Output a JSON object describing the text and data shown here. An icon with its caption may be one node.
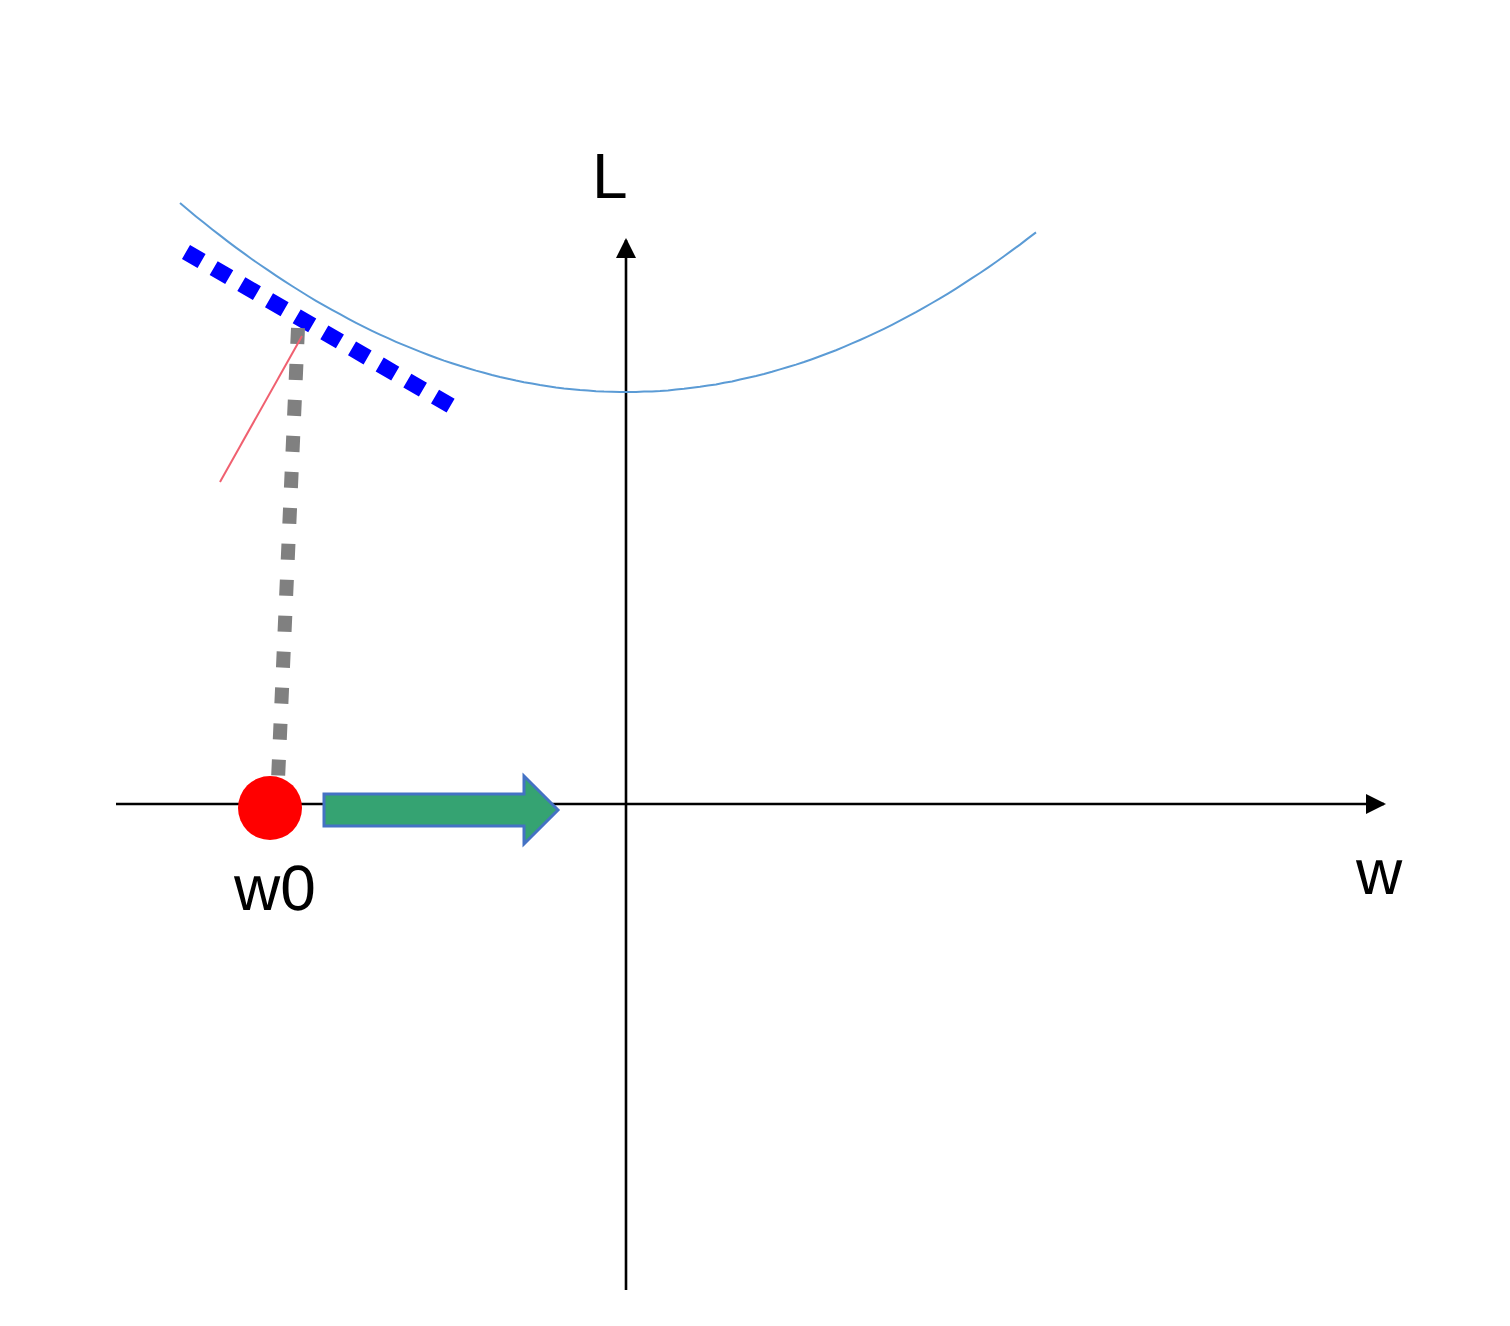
{
  "diagram": {
    "nodes": [
      {
        "text": [],
        "shape": "circle",
        "beside": [
          "w0"
        ]
      }
    ],
    "labels": [
      "L",
      "w"
    ]
  }
}
